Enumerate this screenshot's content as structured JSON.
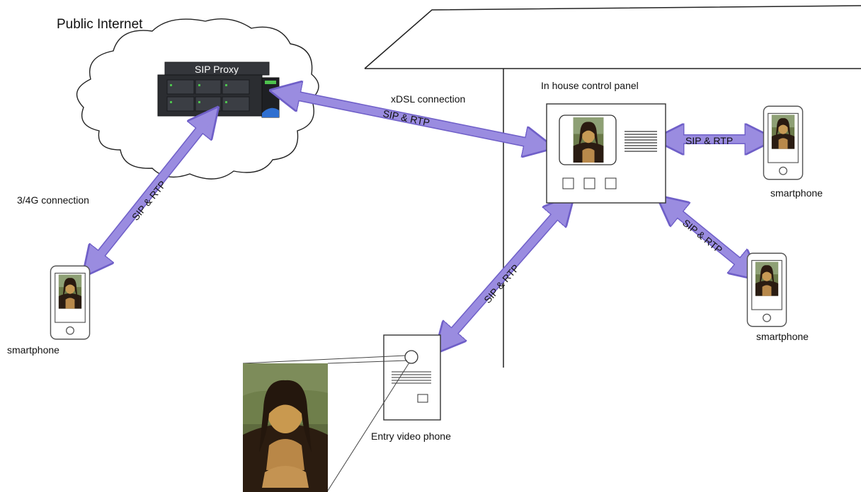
{
  "labels": {
    "public_internet": "Public Internet",
    "sip_proxy": "SIP Proxy",
    "xdsl": "xDSL connection",
    "in_house": "In house control panel",
    "conn_3g4g": "3/4G connection",
    "entry_phone": "Entry video phone",
    "smartphone_left": "smartphone",
    "smartphone_right_top": "smartphone",
    "smartphone_right_bottom": "smartphone"
  },
  "arrows": {
    "proxy_panel": "SIP & RTP",
    "proxy_phone": "SIP & RTP",
    "panel_phone_top": "SIP & RTP",
    "panel_phone_bottom": "SIP & RTP",
    "panel_entry": "SIP & RTP"
  },
  "colors": {
    "arrow": "#9a8ce0",
    "arrow_edge": "#6f5fc8",
    "server": "#2b2d31",
    "led": "#4ec24e"
  },
  "icons": {
    "portrait": "mona-lisa-portrait",
    "server": "server-rack-icon",
    "phone": "smartphone-icon"
  }
}
